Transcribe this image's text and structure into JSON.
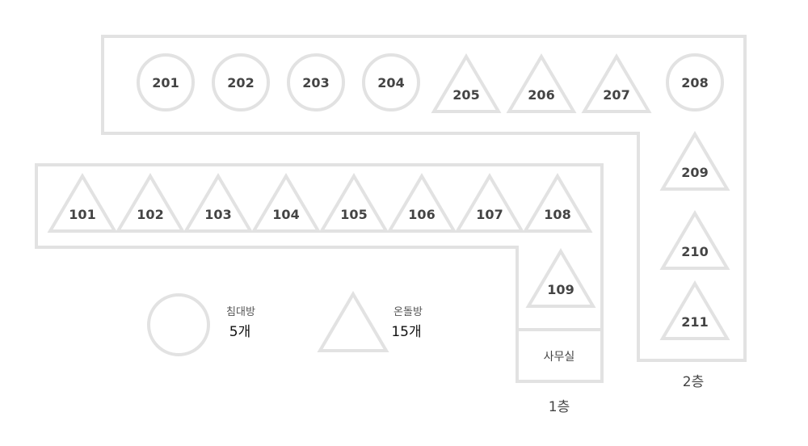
{
  "colors": {
    "outline": "#e2e2e2",
    "text": "#444444",
    "count_text": "#111111",
    "background": "#ffffff"
  },
  "floor2": {
    "label": "2층",
    "rooms": [
      {
        "number": "201",
        "shape": "circle"
      },
      {
        "number": "202",
        "shape": "circle"
      },
      {
        "number": "203",
        "shape": "circle"
      },
      {
        "number": "204",
        "shape": "circle"
      },
      {
        "number": "205",
        "shape": "triangle"
      },
      {
        "number": "206",
        "shape": "triangle"
      },
      {
        "number": "207",
        "shape": "triangle"
      },
      {
        "number": "208",
        "shape": "circle"
      },
      {
        "number": "209",
        "shape": "triangle"
      },
      {
        "number": "210",
        "shape": "triangle"
      },
      {
        "number": "211",
        "shape": "triangle"
      }
    ]
  },
  "floor1": {
    "label": "1층",
    "office_label": "사무실",
    "rooms": [
      {
        "number": "101",
        "shape": "triangle"
      },
      {
        "number": "102",
        "shape": "triangle"
      },
      {
        "number": "103",
        "shape": "triangle"
      },
      {
        "number": "104",
        "shape": "triangle"
      },
      {
        "number": "105",
        "shape": "triangle"
      },
      {
        "number": "106",
        "shape": "triangle"
      },
      {
        "number": "107",
        "shape": "triangle"
      },
      {
        "number": "108",
        "shape": "triangle"
      },
      {
        "number": "109",
        "shape": "triangle"
      }
    ]
  },
  "legend": {
    "circle": {
      "name": "침대방",
      "count": "5개"
    },
    "triangle": {
      "name": "온돌방",
      "count": "15개"
    }
  }
}
